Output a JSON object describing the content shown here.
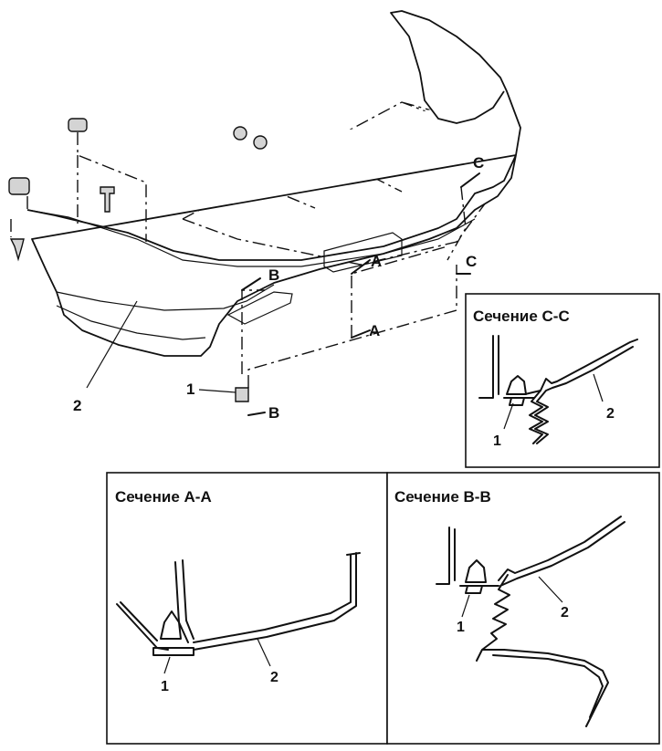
{
  "main_view": {
    "arrow_labels": {
      "c_top": "C",
      "a_top": "A",
      "c_bottom": "C",
      "b_top": "B",
      "a_bottom": "A",
      "b_bottom": "B"
    },
    "callouts": {
      "clip": "1",
      "bumper": "2"
    }
  },
  "section_cc": {
    "title": "Сечение С-С",
    "label_1": "1",
    "label_2": "2"
  },
  "section_aa": {
    "title": "Сечение А-А",
    "label_1": "1",
    "label_2": "2"
  },
  "section_bb": {
    "title": "Сечение В-В",
    "label_1": "1",
    "label_2": "2"
  }
}
